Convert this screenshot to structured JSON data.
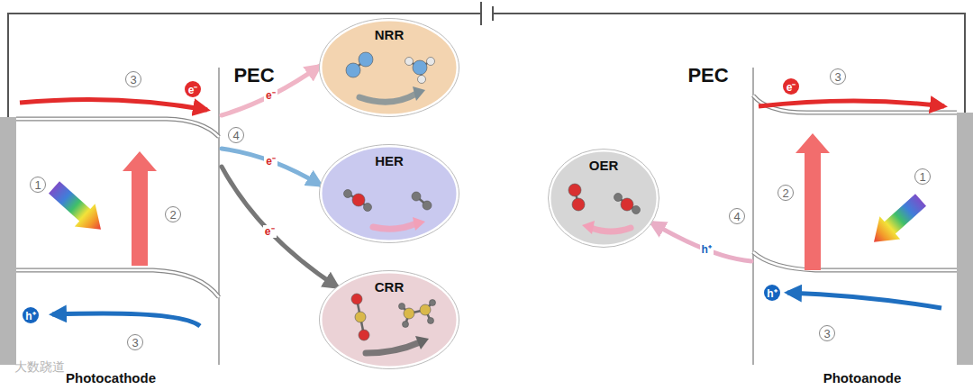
{
  "diagram": {
    "nodes": [
      {
        "text": [
          "Photocathode"
        ]
      },
      {
        "text": [
          "NRR"
        ]
      },
      {
        "text": [
          "HER"
        ]
      },
      {
        "text": [
          "CRR"
        ]
      },
      {
        "text": [
          "OER"
        ]
      },
      {
        "text": [
          "Photoanode"
        ]
      }
    ],
    "edges": [
      {
        "from": 0,
        "to": 1,
        "arrow": "to",
        "label": "e⁻"
      },
      {
        "from": 0,
        "to": 2,
        "arrow": "to",
        "label": "e⁻"
      },
      {
        "from": 0,
        "to": 3,
        "arrow": "to",
        "label": "e⁻"
      },
      {
        "from": 5,
        "to": 4,
        "arrow": "to",
        "label": "h⁺"
      }
    ],
    "labels": [
      "PEC",
      "3",
      "e⁻",
      "1",
      "2",
      "4",
      "h⁺",
      "3",
      "PEC",
      "3",
      "e⁻",
      "1",
      "2",
      "4",
      "h⁺",
      "3",
      "大数跷道"
    ]
  }
}
